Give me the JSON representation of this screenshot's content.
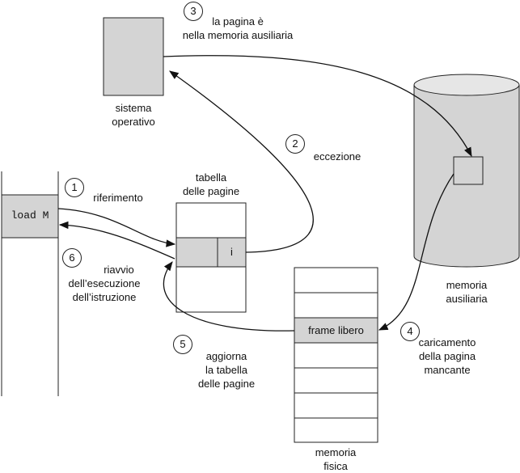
{
  "steps": {
    "s1": {
      "num": "1",
      "text": "riferimento"
    },
    "s2": {
      "num": "2",
      "text": "eccezione"
    },
    "s3": {
      "num": "3",
      "line1": "la pagina è",
      "line2": "nella memoria ausiliaria"
    },
    "s4": {
      "num": "4",
      "line1": "caricamento",
      "line2": "della pagina",
      "line3": "mancante"
    },
    "s5": {
      "num": "5",
      "line1": "aggiorna",
      "line2": "la tabella",
      "line3": "delle pagine"
    },
    "s6": {
      "num": "6",
      "line1": "riavvio",
      "line2": "dell’esecuzione",
      "line3": "dell’istruzione"
    }
  },
  "os": {
    "line1": "sistema",
    "line2": "operativo"
  },
  "instruction": {
    "text": "load M"
  },
  "page_table": {
    "line1": "tabella",
    "line2": "delle pagine",
    "bit": "i"
  },
  "backing_store": {
    "line1": "memoria",
    "line2": "ausiliaria"
  },
  "physical_memory": {
    "line1": "memoria",
    "line2": "fisica",
    "free_frame": "frame libero"
  },
  "colors": {
    "fill": "#d4d4d4",
    "stroke": "#222222"
  }
}
